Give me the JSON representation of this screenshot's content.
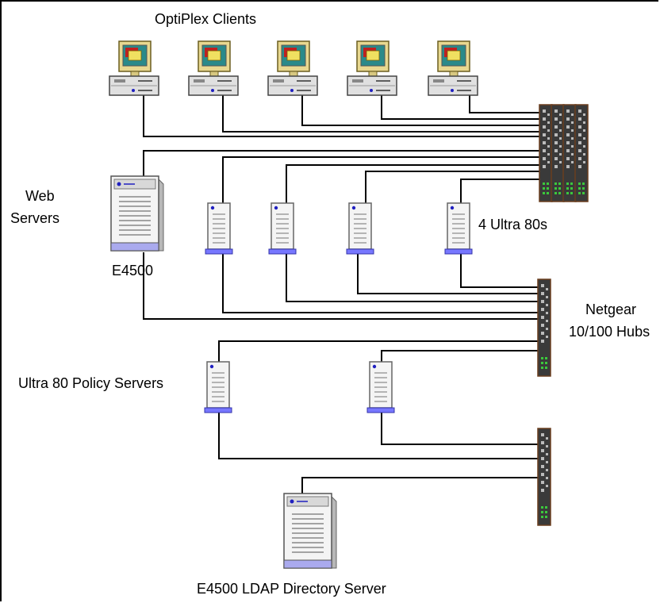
{
  "labels": {
    "clients": "OptiPlex Clients",
    "web_servers_line1": "Web",
    "web_servers_line2": "Servers",
    "e4500": "E4500",
    "ultra80s": "4 Ultra 80s",
    "netgear_line1": "Netgear",
    "netgear_line2": "10/100 Hubs",
    "policy_servers": "Ultra 80 Policy Servers",
    "ldap_server": "E4500 LDAP Directory Server"
  },
  "icons": {
    "client": "desktop-computer-icon",
    "ultra80": "tower-server-icon",
    "e4500": "enterprise-server-icon",
    "hub": "network-hub-icon"
  },
  "colors": {
    "line": "#000000",
    "hub_body": "#3a3a3a",
    "hub_led": "#3cc83c",
    "monitor_case": "#e8d890",
    "server_base": "#7777ff"
  }
}
